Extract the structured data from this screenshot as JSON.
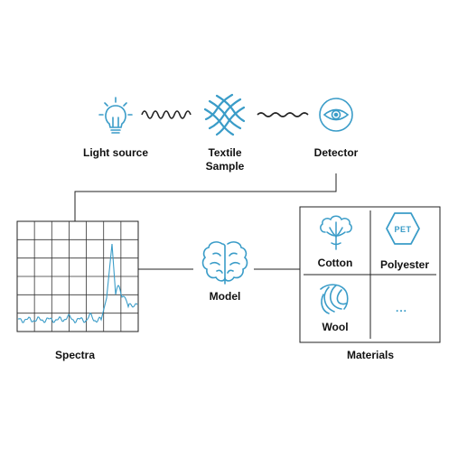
{
  "colors": {
    "accent": "#3a9cc8",
    "line": "#222222",
    "grid": "#333333"
  },
  "pipeline": {
    "light_source": {
      "label": "Light source",
      "icon": "light-bulb-icon"
    },
    "textile": {
      "label_line1": "Textile",
      "label_line2": "Sample",
      "icon": "textile-mesh-icon"
    },
    "detector": {
      "label": "Detector",
      "icon": "eye-detector-icon"
    }
  },
  "spectra": {
    "label": "Spectra"
  },
  "model": {
    "label": "Model",
    "icon": "brain-icon"
  },
  "materials": {
    "label": "Materials",
    "items": [
      {
        "label": "Cotton",
        "icon": "cotton-flower-icon"
      },
      {
        "label": "Polyester",
        "icon": "pet-badge-icon",
        "badge_text": "PET"
      },
      {
        "label": "Wool",
        "icon": "wool-ball-icon"
      },
      {
        "label": "...",
        "icon": ""
      }
    ]
  }
}
